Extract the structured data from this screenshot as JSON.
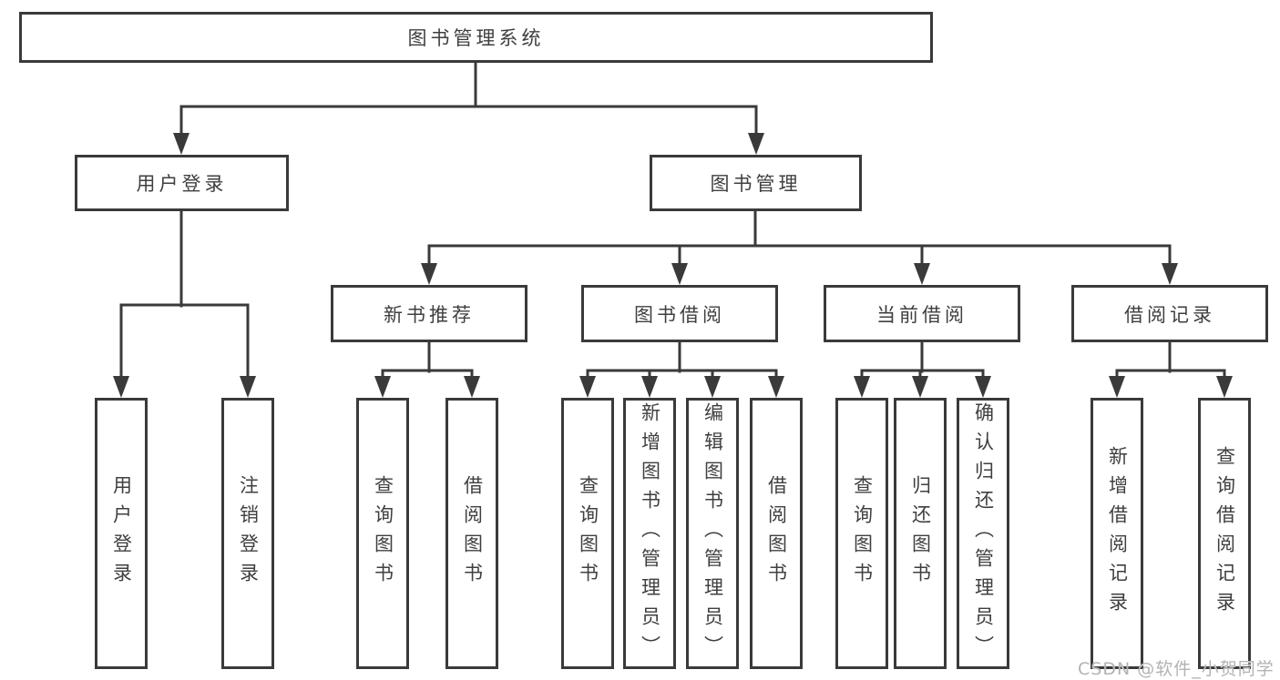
{
  "tree": {
    "root": {
      "label": "图书管理系统",
      "children": [
        {
          "label": "用户登录",
          "children": [
            {
              "label": "用户登录"
            },
            {
              "label": "注销登录"
            }
          ]
        },
        {
          "label": "图书管理",
          "children": [
            {
              "label": "新书推荐",
              "children": [
                {
                  "label": "查询图书"
                },
                {
                  "label": "借阅图书"
                }
              ]
            },
            {
              "label": "图书借阅",
              "children": [
                {
                  "label": "查询图书"
                },
                {
                  "label": "新增图书（管理员）"
                },
                {
                  "label": "编辑图书（管理员）"
                },
                {
                  "label": "借阅图书"
                }
              ]
            },
            {
              "label": "当前借阅",
              "children": [
                {
                  "label": "查询图书"
                },
                {
                  "label": "归还图书"
                },
                {
                  "label": "确认归还（管理员）"
                }
              ]
            },
            {
              "label": "借阅记录",
              "children": [
                {
                  "label": "新增借阅记录"
                },
                {
                  "label": "查询借阅记录"
                }
              ]
            }
          ]
        }
      ]
    }
  },
  "watermark": {
    "text": "CSDN @软件_小贺同学"
  },
  "colors": {
    "line": "#3a3a3a",
    "text": "#3f3f3f",
    "watermark": "#b3b3b3",
    "background": "#ffffff"
  }
}
